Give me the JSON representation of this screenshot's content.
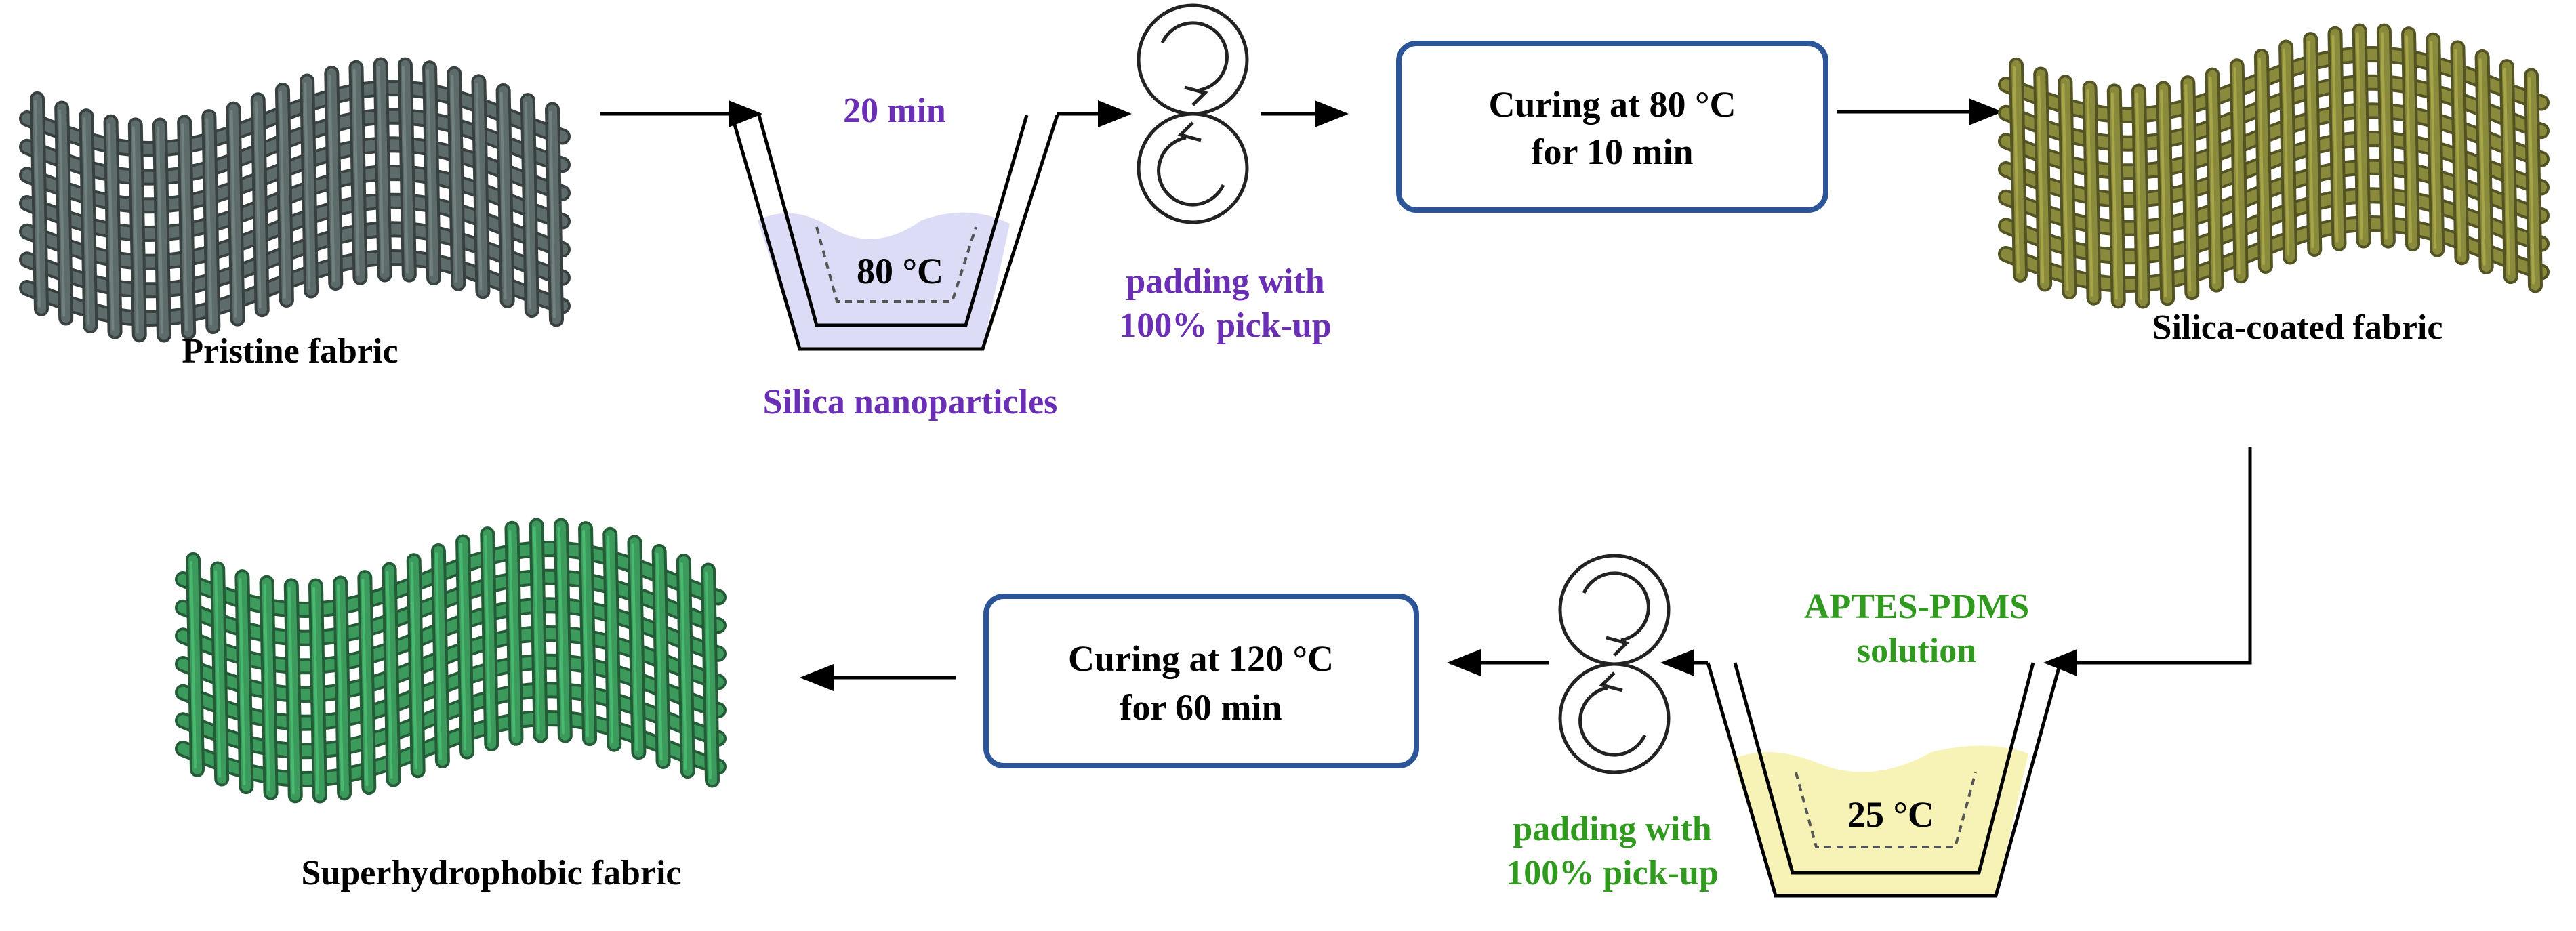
{
  "colors": {
    "purple_text": "#6a2fb5",
    "green_text": "#2f9a1e",
    "box_border": "#2b5597",
    "pristine_fabric": "#5d6b6a",
    "silica_fabric": "#8a8a3c",
    "superhydrophobic_fabric": "#3c9a5c",
    "bath_silica": "#dcdcf6",
    "bath_aptes": "#f7f3b6"
  },
  "icons": [
    "fabric-icon",
    "bath-icon",
    "padding-rollers-icon",
    "arrow-icon"
  ],
  "top_row": {
    "pristine_label": "Pristine fabric",
    "bath_time": "20 min",
    "bath_temp": "80 °C",
    "bath_label": "Silica nanoparticles",
    "padding_line1": "padding with",
    "padding_line2": "100% pick-up",
    "curing_line1": "Curing at 80 °C",
    "curing_line2": "for 10 min",
    "coated_label": "Silica-coated fabric"
  },
  "bottom_row": {
    "solution_line1": "APTES-PDMS",
    "solution_line2": "solution",
    "bath_temp": "25 °C",
    "padding_line1": "padding with",
    "padding_line2": "100% pick-up",
    "curing_line1": "Curing at 120 °C",
    "curing_line2": "for 60 min",
    "final_label": "Superhydrophobic fabric"
  }
}
